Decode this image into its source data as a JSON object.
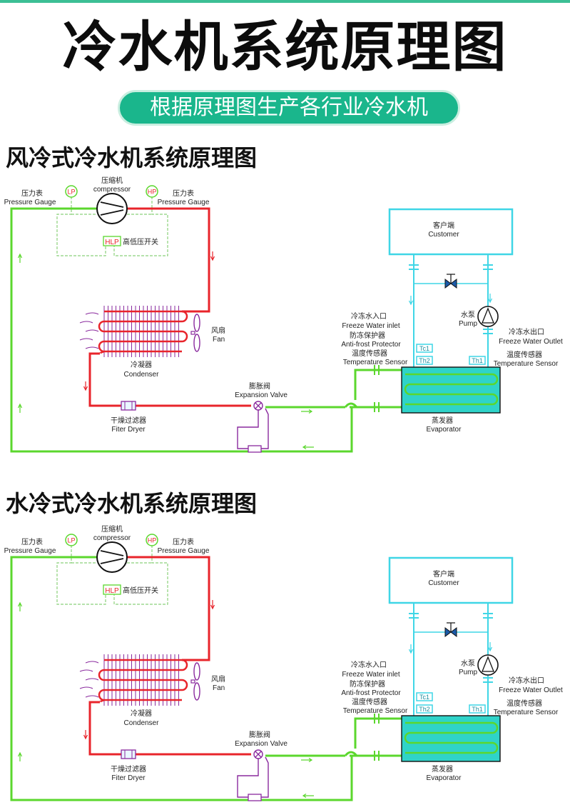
{
  "header": {
    "title": "冷水机系统原理图",
    "subtitle": "根据原理图生产各行业冷水机"
  },
  "sections": [
    {
      "title": "风冷式冷水机系统原理图",
      "labels": {
        "lp": "LP",
        "hp": "HP",
        "hlp": "HLP",
        "hlp_text": "高低压开关",
        "gauge_left_cn": "压力表",
        "gauge_left_en": "Pressure Gauge",
        "gauge_right_cn": "压力表",
        "gauge_right_en": "Pressure Gauge",
        "compressor_cn": "压缩机",
        "compressor_en": "compressor",
        "fan_cn": "风扇",
        "fan_en": "Fan",
        "condenser_cn": "冷凝器",
        "condenser_en": "Condenser",
        "dryer_cn": "干燥过滤器",
        "dryer_en": "Fiter Dryer",
        "valve_cn": "膨胀阀",
        "valve_en": "Expansion Valve",
        "customer_cn": "客户端",
        "customer_en": "Customer",
        "pump_cn": "水泵",
        "pump_en": "Pump",
        "inlet_cn": "冷冻水入口",
        "inlet_en": "Freeze Water inlet",
        "outlet_cn": "冷冻水出口",
        "outlet_en": "Freeze Water Outlet",
        "antifrost_cn": "防冻保护器",
        "antifrost_en": "Anti-frost Protector",
        "sensor_left_cn": "温度传感器",
        "sensor_left_en": "Temperature Sensor",
        "sensor_right_cn": "温度传感器",
        "sensor_right_en": "Temperature Sensor",
        "tc1": "Tc1",
        "th2": "Th2",
        "th1": "Th1",
        "evaporator_cn": "蒸发器",
        "evaporator_en": "Evaporator"
      }
    },
    {
      "title": "水冷式冷水机系统原理图",
      "labels": {
        "lp": "LP",
        "hp": "HP",
        "hlp": "HLP",
        "hlp_text": "高低压开关",
        "gauge_left_cn": "压力表",
        "gauge_left_en": "Pressure Gauge",
        "gauge_right_cn": "压力表",
        "gauge_right_en": "Pressure Gauge",
        "compressor_cn": "压缩机",
        "compressor_en": "compressor",
        "fan_cn": "风扇",
        "fan_en": "Fan",
        "condenser_cn": "冷凝器",
        "condenser_en": "Condenser",
        "dryer_cn": "干燥过滤器",
        "dryer_en": "Fiter Dryer",
        "valve_cn": "膨胀阀",
        "valve_en": "Expansion Valve",
        "customer_cn": "客户端",
        "customer_en": "Customer",
        "pump_cn": "水泵",
        "pump_en": "Pump",
        "inlet_cn": "冷冻水入口",
        "inlet_en": "Freeze Water inlet",
        "outlet_cn": "冷冻水出口",
        "outlet_en": "Freeze Water Outlet",
        "antifrost_cn": "防冻保护器",
        "antifrost_en": "Anti-frost Protector",
        "sensor_left_cn": "温度传感器",
        "sensor_left_en": "Temperature Sensor",
        "sensor_right_cn": "温度传感器",
        "sensor_right_en": "Temperature Sensor",
        "tc1": "Tc1",
        "th2": "Th2",
        "th1": "Th1",
        "evaporator_cn": "蒸发器",
        "evaporator_en": "Evaporator"
      }
    }
  ],
  "colors": {
    "accent": "#1ab68c",
    "hot_line": "#e8242b",
    "cold_line": "#5bd72d",
    "water_line": "#3fd6e6",
    "control_line": "#8bd07a",
    "evaporator_fill": "#2fd3c9",
    "purple": "#8a2a9e"
  }
}
